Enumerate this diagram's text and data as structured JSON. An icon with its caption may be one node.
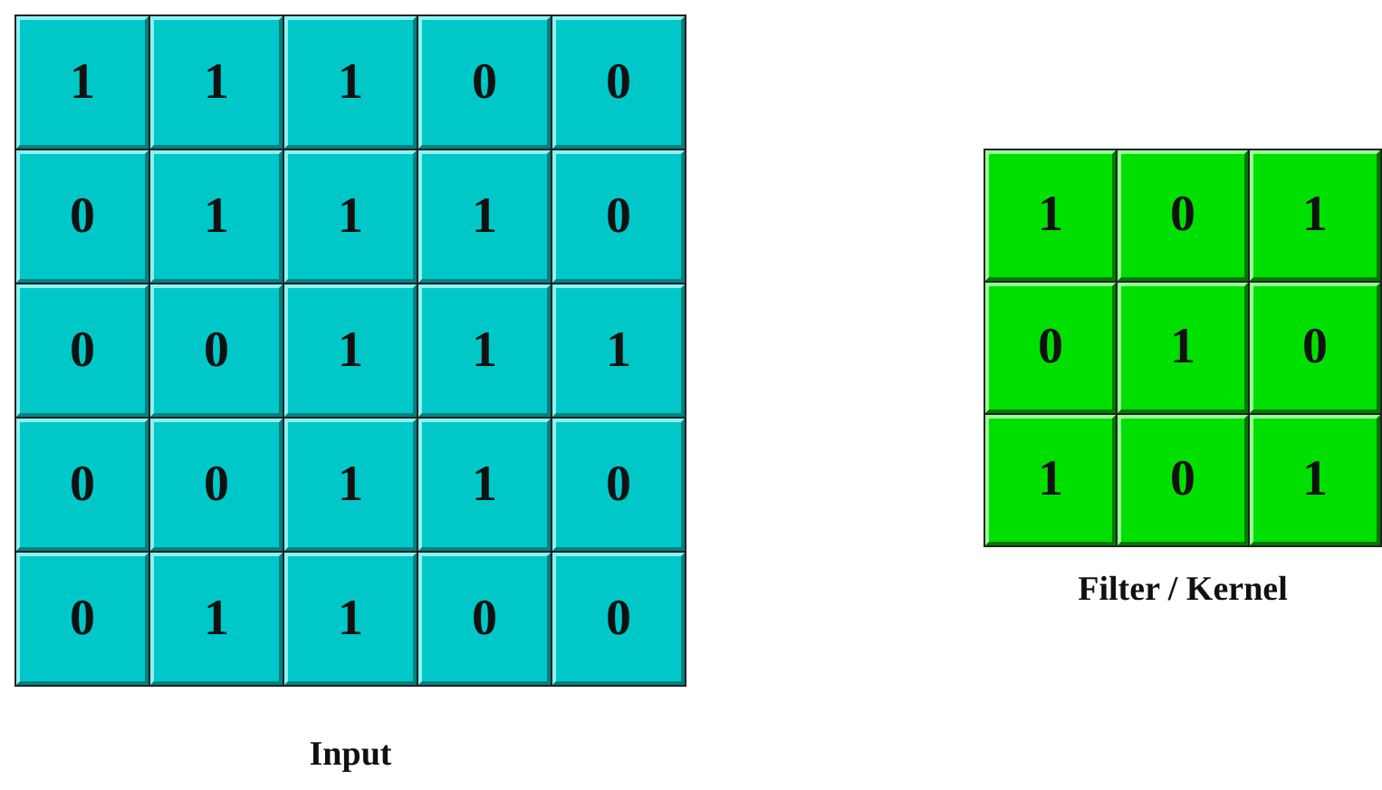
{
  "diagram": {
    "nodes": [
      {
        "text": [
          "Input"
        ]
      },
      {
        "text": [
          "1"
        ],
        "in": 0
      },
      {
        "text": [
          "1"
        ],
        "in": 0
      },
      {
        "text": [
          "1"
        ],
        "in": 0
      },
      {
        "text": [
          "0"
        ],
        "in": 0
      },
      {
        "text": [
          "0"
        ],
        "in": 0
      },
      {
        "text": [
          "0"
        ],
        "in": 0
      },
      {
        "text": [
          "1"
        ],
        "in": 0
      },
      {
        "text": [
          "1"
        ],
        "in": 0
      },
      {
        "text": [
          "1"
        ],
        "in": 0
      },
      {
        "text": [
          "0"
        ],
        "in": 0
      },
      {
        "text": [
          "0"
        ],
        "in": 0
      },
      {
        "text": [
          "0"
        ],
        "in": 0
      },
      {
        "text": [
          "1"
        ],
        "in": 0
      },
      {
        "text": [
          "1"
        ],
        "in": 0
      },
      {
        "text": [
          "1"
        ],
        "in": 0
      },
      {
        "text": [
          "0"
        ],
        "in": 0
      },
      {
        "text": [
          "0"
        ],
        "in": 0
      },
      {
        "text": [
          "1"
        ],
        "in": 0
      },
      {
        "text": [
          "1"
        ],
        "in": 0
      },
      {
        "text": [
          "0"
        ],
        "in": 0
      },
      {
        "text": [
          "0"
        ],
        "in": 0
      },
      {
        "text": [
          "1"
        ],
        "in": 0
      },
      {
        "text": [
          "1"
        ],
        "in": 0
      },
      {
        "text": [
          "0"
        ],
        "in": 0
      },
      {
        "text": [
          "0"
        ],
        "in": 0
      },
      {
        "text": [
          "Filter / Kernel"
        ]
      },
      {
        "text": [
          "1"
        ],
        "in": 26
      },
      {
        "text": [
          "0"
        ],
        "in": 26
      },
      {
        "text": [
          "1"
        ],
        "in": 26
      },
      {
        "text": [
          "0"
        ],
        "in": 26
      },
      {
        "text": [
          "1"
        ],
        "in": 26
      },
      {
        "text": [
          "0"
        ],
        "in": 26
      },
      {
        "text": [
          "1"
        ],
        "in": 26
      },
      {
        "text": [
          "0"
        ],
        "in": 26
      },
      {
        "text": [
          "1"
        ],
        "in": 26
      }
    ]
  }
}
